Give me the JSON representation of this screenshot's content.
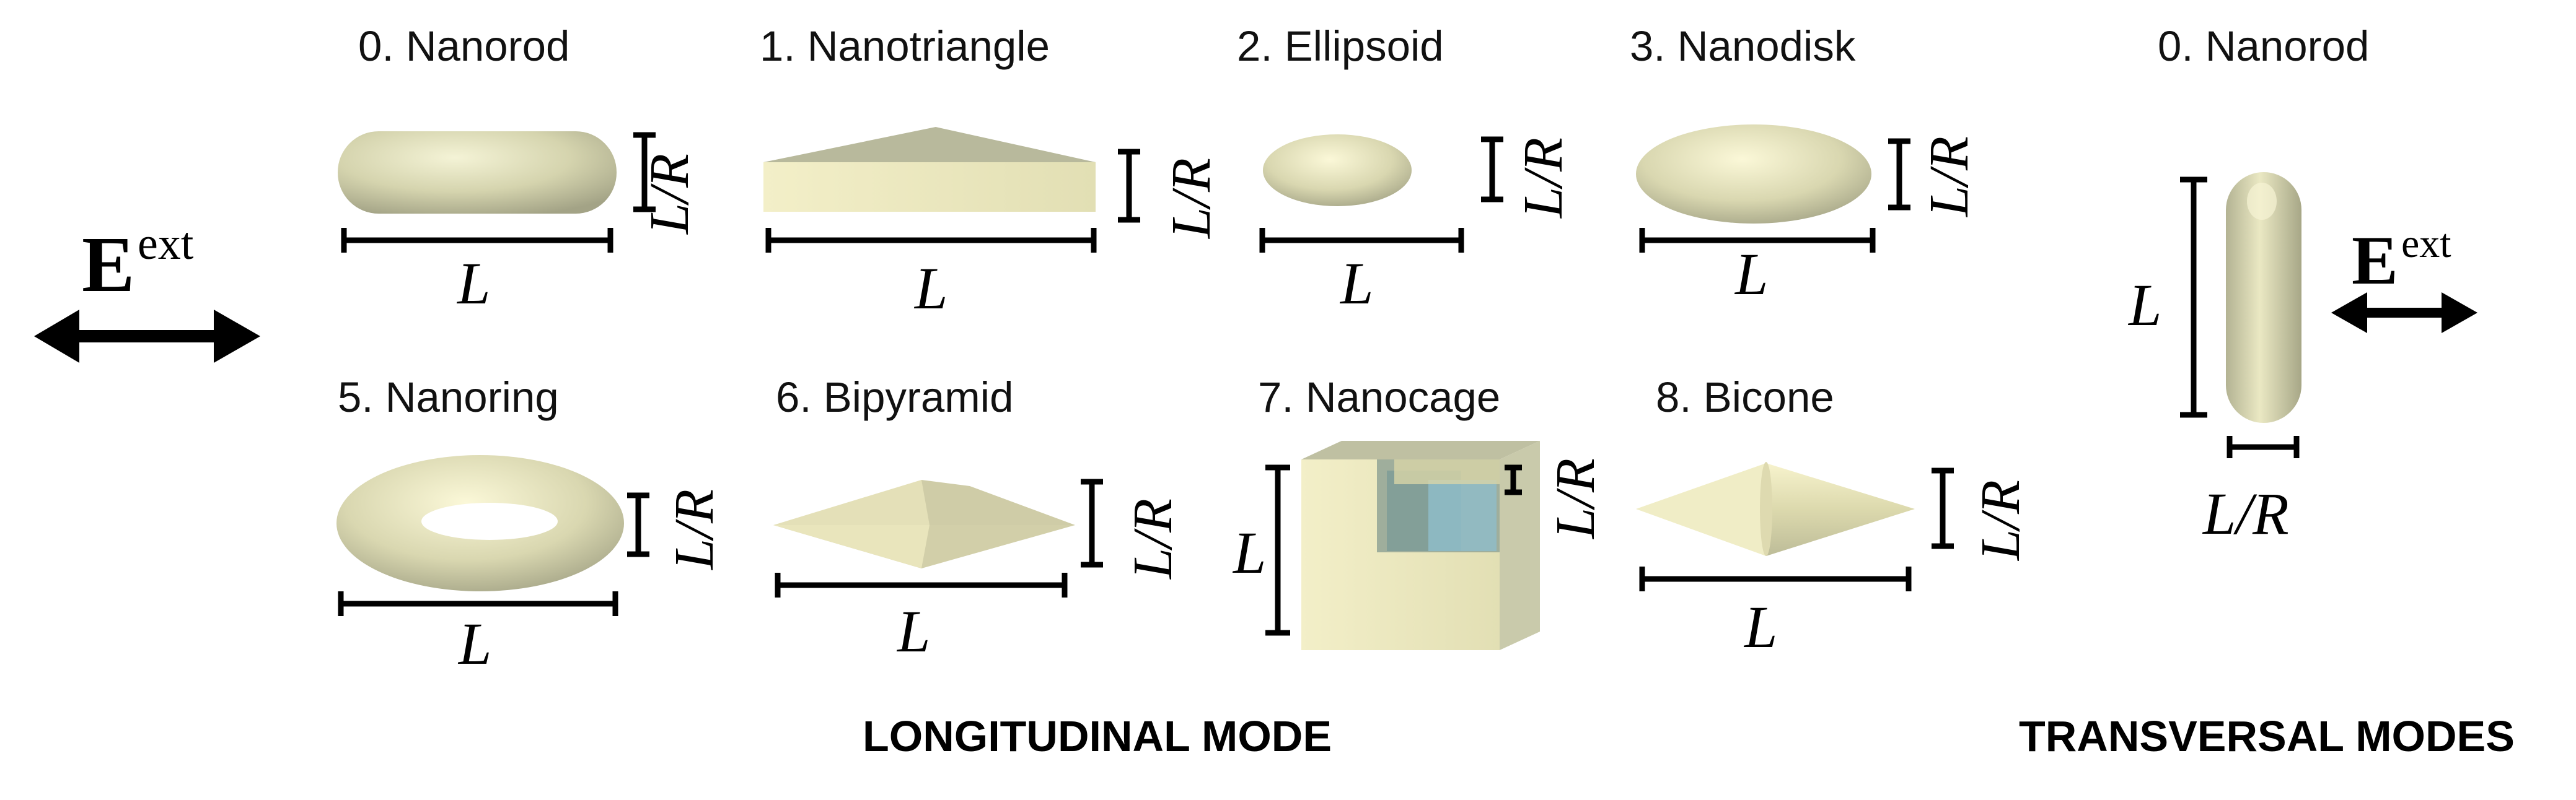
{
  "field": {
    "symbol": "E",
    "superscript": "ext"
  },
  "shapes": [
    {
      "label": "0. Nanorod"
    },
    {
      "label": "1. Nanotriangle"
    },
    {
      "label": "2. Ellipsoid"
    },
    {
      "label": "3. Nanodisk"
    },
    {
      "label": "5. Nanoring"
    },
    {
      "label": "6. Bipyramid"
    },
    {
      "label": "7. Nanocage"
    },
    {
      "label": "8. Bicone"
    }
  ],
  "transversal_shape": {
    "label": "0. Nanorod"
  },
  "dimension_labels": {
    "length": "L",
    "radius_ratio": "L/R"
  },
  "sections": {
    "longitudinal": "LONGITUDINAL MODE",
    "transversal": "TRANSVERSAL MODES"
  },
  "colors": {
    "particle_light": "#eeedc8",
    "particle_mid": "#d3d2ab",
    "particle_dark": "#a2a283",
    "prism_top": "#b6b79c",
    "prism_front": "#f0edc7",
    "cage_front": "#f3eec4",
    "cage_side": "#c6c7a7",
    "cage_inner": "#7aa6b4"
  }
}
